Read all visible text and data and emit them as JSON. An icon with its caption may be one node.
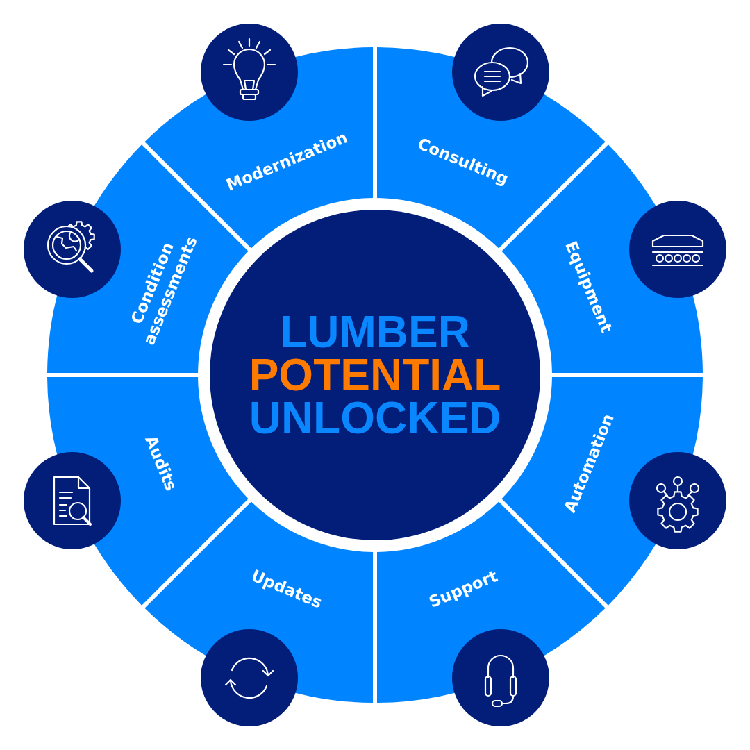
{
  "diagram": {
    "nodes": [
      {
        "text": [
          "LUMBER POTENTIAL UNLOCKED"
        ]
      },
      {
        "text": [
          "Modernization"
        ]
      },
      {
        "text": [
          "Consulting"
        ]
      },
      {
        "text": [
          "Equipment"
        ]
      },
      {
        "text": [
          "Automation"
        ]
      },
      {
        "text": [
          "Support"
        ]
      },
      {
        "text": [
          "Updates"
        ]
      },
      {
        "text": [
          "Audits"
        ]
      },
      {
        "text": [
          "Condition assessments"
        ]
      }
    ]
  }
}
